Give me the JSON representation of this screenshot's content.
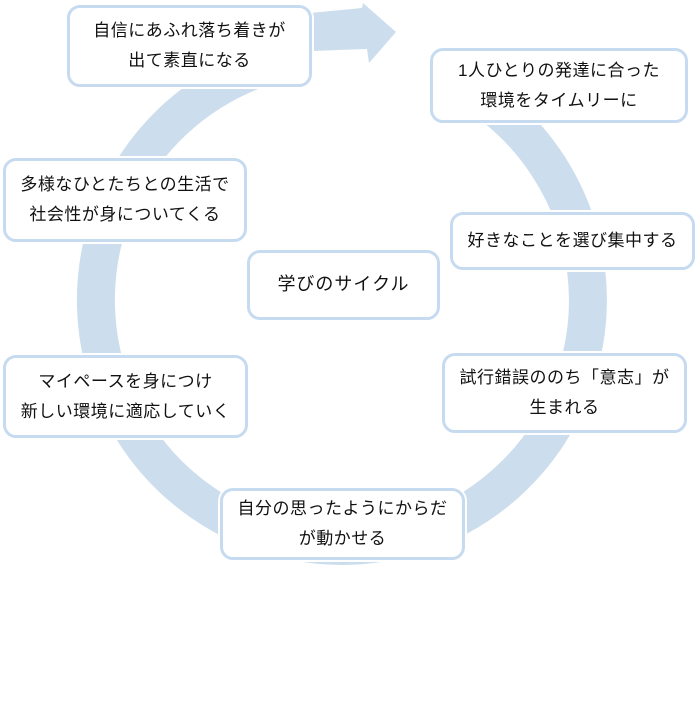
{
  "diagram": {
    "title": "学びのサイクル",
    "colors": {
      "ring": "#ccdded",
      "box_border": "#c6daf0",
      "box_fill": "#ffffff",
      "text": "#111111",
      "arrow": "#ccdded"
    },
    "center": {
      "label": "学びのサイクル"
    },
    "icons": {
      "cycle_arrow": "block-arrow-right-up"
    },
    "nodes": {
      "top": {
        "line1": "自信にあふれ落ち着きが",
        "line2": "出て素直になる"
      },
      "right_top": {
        "line1": "1人ひとりの発達に合った",
        "line2": "環境をタイムリーに"
      },
      "right_middle": {
        "line1": "好きなことを選び集中する"
      },
      "right_bottom": {
        "line1": "試行錯誤ののち「意志」が",
        "line2": "生まれる"
      },
      "bottom": {
        "line1": "自分の思ったようにからだ",
        "line2": "が動かせる"
      },
      "left_bottom": {
        "line1": "マイペースを身につけ",
        "line2": "新しい環境に適応していく"
      },
      "left_top": {
        "line1": "多様なひとたちとの生活で",
        "line2": "社会性が身についてくる"
      }
    }
  }
}
